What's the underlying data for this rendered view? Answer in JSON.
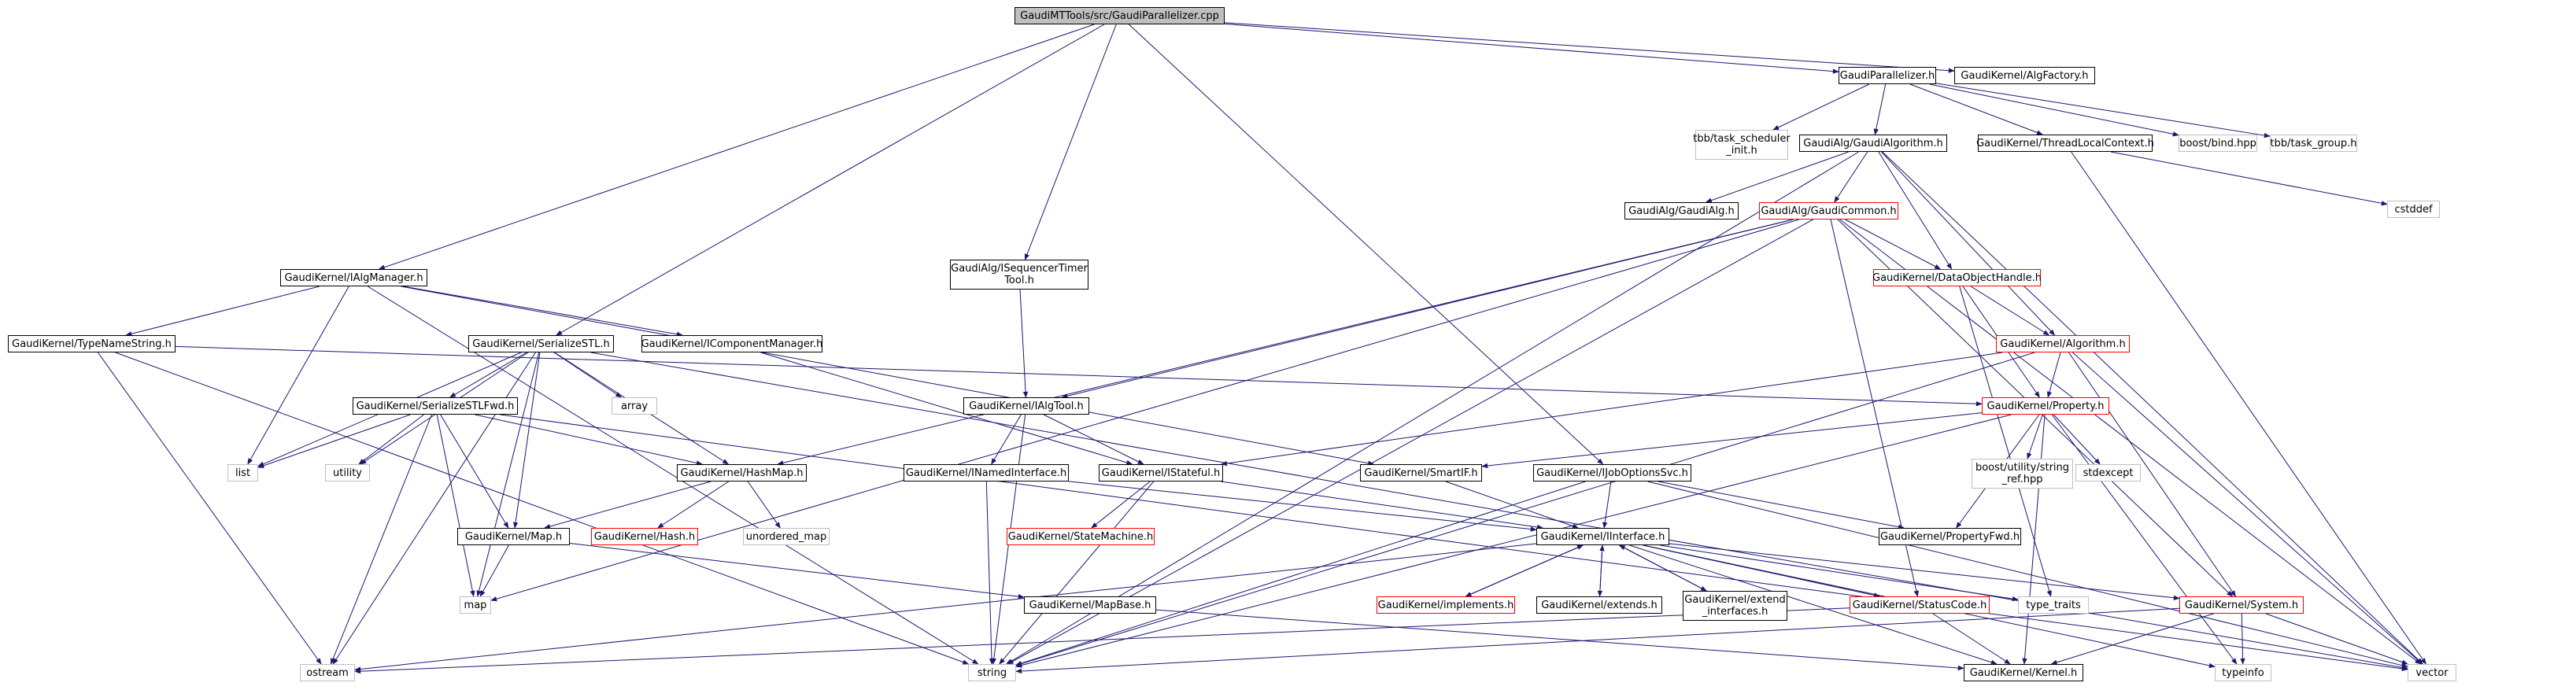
{
  "graph": {
    "root": "GaudiMTTools/src/GaudiParallelizer.cpp",
    "nodes": [
      {
        "id": "root",
        "label": "GaudiMTTools/src/GaudiParallelizer.cpp",
        "style": "root"
      },
      {
        "id": "GaudiParallelizer.h",
        "label": "GaudiParallelizer.h",
        "style": "normal"
      },
      {
        "id": "GaudiKernel/AlgFactory.h",
        "label": "GaudiKernel/AlgFactory.h",
        "style": "normal"
      },
      {
        "id": "tbb/task_scheduler_init.h",
        "label": "tbb/task_scheduler\n_init.h",
        "style": "external"
      },
      {
        "id": "GaudiAlg/GaudiAlgorithm.h",
        "label": "GaudiAlg/GaudiAlgorithm.h",
        "style": "normal"
      },
      {
        "id": "GaudiKernel/ThreadLocalContext.h",
        "label": "GaudiKernel/ThreadLocalContext.h",
        "style": "normal"
      },
      {
        "id": "boost/bind.hpp",
        "label": "boost/bind.hpp",
        "style": "external"
      },
      {
        "id": "tbb/task_group.h",
        "label": "tbb/task_group.h",
        "style": "external"
      },
      {
        "id": "cstddef",
        "label": "cstddef",
        "style": "external"
      },
      {
        "id": "GaudiAlg/GaudiAlg.h",
        "label": "GaudiAlg/GaudiAlg.h",
        "style": "normal"
      },
      {
        "id": "GaudiAlg/GaudiCommon.h",
        "label": "GaudiAlg/GaudiCommon.h",
        "style": "red"
      },
      {
        "id": "GaudiAlg/ISequencerTimerTool.h",
        "label": "GaudiAlg/ISequencerTimer\nTool.h",
        "style": "normal"
      },
      {
        "id": "GaudiKernel/IAlgManager.h",
        "label": "GaudiKernel/IAlgManager.h",
        "style": "normal"
      },
      {
        "id": "GaudiKernel/DataObjectHandle.h",
        "label": "GaudiKernel/DataObjectHandle.h",
        "style": "red"
      },
      {
        "id": "GaudiKernel/Algorithm.h",
        "label": "GaudiKernel/Algorithm.h",
        "style": "red"
      },
      {
        "id": "GaudiKernel/TypeNameString.h",
        "label": "GaudiKernel/TypeNameString.h",
        "style": "normal"
      },
      {
        "id": "GaudiKernel/SerializeSTL.h",
        "label": "GaudiKernel/SerializeSTL.h",
        "style": "normal"
      },
      {
        "id": "GaudiKernel/IComponentManager.h",
        "label": "GaudiKernel/IComponentManager.h",
        "style": "normal"
      },
      {
        "id": "array",
        "label": "array",
        "style": "external"
      },
      {
        "id": "GaudiKernel/IAlgTool.h",
        "label": "GaudiKernel/IAlgTool.h",
        "style": "normal"
      },
      {
        "id": "GaudiKernel/Property.h",
        "label": "GaudiKernel/Property.h",
        "style": "red"
      },
      {
        "id": "GaudiKernel/SerializeSTLFwd.h",
        "label": "GaudiKernel/SerializeSTLFwd.h",
        "style": "normal"
      },
      {
        "id": "list",
        "label": "list",
        "style": "external"
      },
      {
        "id": "utility",
        "label": "utility",
        "style": "external"
      },
      {
        "id": "GaudiKernel/HashMap.h",
        "label": "GaudiKernel/HashMap.h",
        "style": "normal"
      },
      {
        "id": "GaudiKernel/INamedInterface.h",
        "label": "GaudiKernel/INamedInterface.h",
        "style": "normal"
      },
      {
        "id": "GaudiKernel/IStateful.h",
        "label": "GaudiKernel/IStateful.h",
        "style": "normal"
      },
      {
        "id": "GaudiKernel/SmartIF.h",
        "label": "GaudiKernel/SmartIF.h",
        "style": "normal"
      },
      {
        "id": "GaudiKernel/IJobOptionsSvc.h",
        "label": "GaudiKernel/IJobOptionsSvc.h",
        "style": "normal"
      },
      {
        "id": "boost/utility/string_ref.hpp",
        "label": "boost/utility/string\n_ref.hpp",
        "style": "external"
      },
      {
        "id": "stdexcept",
        "label": "stdexcept",
        "style": "external"
      },
      {
        "id": "GaudiKernel/Map.h",
        "label": "GaudiKernel/Map.h",
        "style": "normal"
      },
      {
        "id": "GaudiKernel/Hash.h",
        "label": "GaudiKernel/Hash.h",
        "style": "red"
      },
      {
        "id": "unordered_map",
        "label": "unordered_map",
        "style": "external"
      },
      {
        "id": "GaudiKernel/StateMachine.h",
        "label": "GaudiKernel/StateMachine.h",
        "style": "red"
      },
      {
        "id": "GaudiKernel/IInterface.h",
        "label": "GaudiKernel/IInterface.h",
        "style": "normal"
      },
      {
        "id": "GaudiKernel/PropertyFwd.h",
        "label": "GaudiKernel/PropertyFwd.h",
        "style": "normal"
      },
      {
        "id": "map",
        "label": "map",
        "style": "external"
      },
      {
        "id": "GaudiKernel/implements.h",
        "label": "GaudiKernel/implements.h",
        "style": "red"
      },
      {
        "id": "GaudiKernel/extends.h",
        "label": "GaudiKernel/extends.h",
        "style": "normal"
      },
      {
        "id": "GaudiKernel/extend_interfaces.h",
        "label": "GaudiKernel/extend\n_interfaces.h",
        "style": "normal"
      },
      {
        "id": "GaudiKernel/StatusCode.h",
        "label": "GaudiKernel/StatusCode.h",
        "style": "red"
      },
      {
        "id": "type_traits",
        "label": "type_traits",
        "style": "external"
      },
      {
        "id": "GaudiKernel/System.h",
        "label": "GaudiKernel/System.h",
        "style": "red"
      },
      {
        "id": "GaudiKernel/MapBase.h",
        "label": "GaudiKernel/MapBase.h",
        "style": "normal"
      },
      {
        "id": "ostream",
        "label": "ostream",
        "style": "external"
      },
      {
        "id": "string",
        "label": "string",
        "style": "external"
      },
      {
        "id": "GaudiKernel/Kernel.h",
        "label": "GaudiKernel/Kernel.h",
        "style": "normal"
      },
      {
        "id": "typeinfo",
        "label": "typeinfo",
        "style": "external"
      },
      {
        "id": "vector",
        "label": "vector",
        "style": "external"
      }
    ],
    "edges": [
      [
        "root",
        "GaudiParallelizer.h"
      ],
      [
        "root",
        "GaudiKernel/AlgFactory.h"
      ],
      [
        "root",
        "GaudiKernel/IAlgManager.h"
      ],
      [
        "root",
        "GaudiKernel/SerializeSTL.h"
      ],
      [
        "root",
        "GaudiAlg/ISequencerTimerTool.h"
      ],
      [
        "root",
        "GaudiKernel/IJobOptionsSvc.h"
      ],
      [
        "GaudiParallelizer.h",
        "tbb/task_scheduler_init.h"
      ],
      [
        "GaudiParallelizer.h",
        "GaudiAlg/GaudiAlgorithm.h"
      ],
      [
        "GaudiParallelizer.h",
        "GaudiKernel/ThreadLocalContext.h"
      ],
      [
        "GaudiParallelizer.h",
        "boost/bind.hpp"
      ],
      [
        "GaudiParallelizer.h",
        "tbb/task_group.h"
      ],
      [
        "GaudiKernel/ThreadLocalContext.h",
        "cstddef"
      ],
      [
        "GaudiKernel/ThreadLocalContext.h",
        "vector"
      ],
      [
        "GaudiAlg/GaudiAlgorithm.h",
        "GaudiAlg/GaudiAlg.h"
      ],
      [
        "GaudiAlg/GaudiAlgorithm.h",
        "GaudiAlg/GaudiCommon.h"
      ],
      [
        "GaudiAlg/GaudiAlgorithm.h",
        "GaudiKernel/DataObjectHandle.h"
      ],
      [
        "GaudiAlg/GaudiAlgorithm.h",
        "GaudiKernel/Algorithm.h"
      ],
      [
        "GaudiAlg/GaudiAlgorithm.h",
        "string"
      ],
      [
        "GaudiAlg/GaudiAlgorithm.h",
        "vector"
      ],
      [
        "GaudiAlg/GaudiCommon.h",
        "GaudiKernel/DataObjectHandle.h"
      ],
      [
        "GaudiAlg/GaudiCommon.h",
        "GaudiKernel/IAlgTool.h"
      ],
      [
        "GaudiAlg/GaudiCommon.h",
        "GaudiKernel/HashMap.h"
      ],
      [
        "GaudiAlg/GaudiCommon.h",
        "GaudiKernel/StatusCode.h"
      ],
      [
        "GaudiAlg/GaudiCommon.h",
        "GaudiKernel/System.h"
      ],
      [
        "GaudiAlg/GaudiCommon.h",
        "string"
      ],
      [
        "GaudiAlg/GaudiCommon.h",
        "map"
      ],
      [
        "GaudiAlg/GaudiCommon.h",
        "vector"
      ],
      [
        "GaudiAlg/ISequencerTimerTool.h",
        "GaudiKernel/IAlgTool.h"
      ],
      [
        "GaudiKernel/DataObjectHandle.h",
        "GaudiKernel/Algorithm.h"
      ],
      [
        "GaudiKernel/DataObjectHandle.h",
        "GaudiKernel/Property.h"
      ],
      [
        "GaudiKernel/DataObjectHandle.h",
        "type_traits"
      ],
      [
        "GaudiKernel/Algorithm.h",
        "GaudiKernel/Property.h"
      ],
      [
        "GaudiKernel/Algorithm.h",
        "GaudiKernel/System.h"
      ],
      [
        "GaudiKernel/Algorithm.h",
        "GaudiKernel/IStateful.h"
      ],
      [
        "GaudiKernel/Algorithm.h",
        "string"
      ],
      [
        "GaudiKernel/Algorithm.h",
        "vector"
      ],
      [
        "GaudiKernel/IAlgManager.h",
        "GaudiKernel/TypeNameString.h"
      ],
      [
        "GaudiKernel/IAlgManager.h",
        "GaudiKernel/IComponentManager.h"
      ],
      [
        "GaudiKernel/IAlgManager.h",
        "GaudiKernel/SmartIF.h"
      ],
      [
        "GaudiKernel/IAlgManager.h",
        "list"
      ],
      [
        "GaudiKernel/IAlgManager.h",
        "string"
      ],
      [
        "GaudiKernel/TypeNameString.h",
        "GaudiKernel/Property.h"
      ],
      [
        "GaudiKernel/TypeNameString.h",
        "ostream"
      ],
      [
        "GaudiKernel/TypeNameString.h",
        "string"
      ],
      [
        "GaudiKernel/IComponentManager.h",
        "GaudiKernel/IStateful.h"
      ],
      [
        "GaudiKernel/SerializeSTL.h",
        "GaudiKernel/SerializeSTLFwd.h"
      ],
      [
        "GaudiKernel/SerializeSTL.h",
        "GaudiKernel/HashMap.h"
      ],
      [
        "GaudiKernel/SerializeSTL.h",
        "GaudiKernel/Map.h"
      ],
      [
        "GaudiKernel/SerializeSTL.h",
        "array"
      ],
      [
        "GaudiKernel/SerializeSTL.h",
        "list"
      ],
      [
        "GaudiKernel/SerializeSTL.h",
        "utility"
      ],
      [
        "GaudiKernel/SerializeSTL.h",
        "map"
      ],
      [
        "GaudiKernel/SerializeSTL.h",
        "ostream"
      ],
      [
        "GaudiKernel/SerializeSTL.h",
        "vector"
      ],
      [
        "GaudiKernel/SerializeSTLFwd.h",
        "list"
      ],
      [
        "GaudiKernel/SerializeSTLFwd.h",
        "utility"
      ],
      [
        "GaudiKernel/SerializeSTLFwd.h",
        "GaudiKernel/HashMap.h"
      ],
      [
        "GaudiKernel/SerializeSTLFwd.h",
        "GaudiKernel/Map.h"
      ],
      [
        "GaudiKernel/SerializeSTLFwd.h",
        "map"
      ],
      [
        "GaudiKernel/SerializeSTLFwd.h",
        "ostream"
      ],
      [
        "GaudiKernel/SerializeSTLFwd.h",
        "vector"
      ],
      [
        "GaudiKernel/IAlgTool.h",
        "GaudiKernel/INamedInterface.h"
      ],
      [
        "GaudiKernel/IAlgTool.h",
        "GaudiKernel/IStateful.h"
      ],
      [
        "GaudiKernel/IAlgTool.h",
        "string"
      ],
      [
        "GaudiKernel/Property.h",
        "GaudiKernel/SmartIF.h"
      ],
      [
        "GaudiKernel/Property.h",
        "boost/utility/string_ref.hpp"
      ],
      [
        "GaudiKernel/Property.h",
        "stdexcept"
      ],
      [
        "GaudiKernel/Property.h",
        "GaudiKernel/PropertyFwd.h"
      ],
      [
        "GaudiKernel/Property.h",
        "GaudiKernel/Kernel.h"
      ],
      [
        "GaudiKernel/Property.h",
        "string"
      ],
      [
        "GaudiKernel/Property.h",
        "typeinfo"
      ],
      [
        "GaudiKernel/HashMap.h",
        "GaudiKernel/Map.h"
      ],
      [
        "GaudiKernel/HashMap.h",
        "GaudiKernel/Hash.h"
      ],
      [
        "GaudiKernel/HashMap.h",
        "unordered_map"
      ],
      [
        "GaudiKernel/INamedInterface.h",
        "GaudiKernel/IInterface.h"
      ],
      [
        "GaudiKernel/INamedInterface.h",
        "string"
      ],
      [
        "GaudiKernel/IStateful.h",
        "GaudiKernel/IInterface.h"
      ],
      [
        "GaudiKernel/IStateful.h",
        "GaudiKernel/StateMachine.h"
      ],
      [
        "GaudiKernel/IStateful.h",
        "string"
      ],
      [
        "GaudiKernel/SmartIF.h",
        "GaudiKernel/IInterface.h"
      ],
      [
        "GaudiKernel/IJobOptionsSvc.h",
        "GaudiKernel/IInterface.h"
      ],
      [
        "GaudiKernel/IJobOptionsSvc.h",
        "GaudiKernel/PropertyFwd.h"
      ],
      [
        "GaudiKernel/IJobOptionsSvc.h",
        "string"
      ],
      [
        "GaudiKernel/IJobOptionsSvc.h",
        "vector"
      ],
      [
        "GaudiKernel/Map.h",
        "map"
      ],
      [
        "GaudiKernel/Map.h",
        "GaudiKernel/MapBase.h"
      ],
      [
        "GaudiKernel/MapBase.h",
        "GaudiKernel/Kernel.h"
      ],
      [
        "GaudiKernel/IInterface.h",
        "GaudiKernel/implements.h"
      ],
      [
        "GaudiKernel/IInterface.h",
        "GaudiKernel/extends.h"
      ],
      [
        "GaudiKernel/IInterface.h",
        "GaudiKernel/extend_interfaces.h"
      ],
      [
        "GaudiKernel/IInterface.h",
        "GaudiKernel/StatusCode.h"
      ],
      [
        "GaudiKernel/IInterface.h",
        "GaudiKernel/System.h"
      ],
      [
        "GaudiKernel/IInterface.h",
        "type_traits"
      ],
      [
        "GaudiKernel/IInterface.h",
        "GaudiKernel/Kernel.h"
      ],
      [
        "GaudiKernel/IInterface.h",
        "ostream"
      ],
      [
        "GaudiKernel/IInterface.h",
        "typeinfo"
      ],
      [
        "GaudiKernel/implements.h",
        "GaudiKernel/IInterface.h"
      ],
      [
        "GaudiKernel/extends.h",
        "GaudiKernel/IInterface.h"
      ],
      [
        "GaudiKernel/extend_interfaces.h",
        "GaudiKernel/IInterface.h"
      ],
      [
        "GaudiKernel/StatusCode.h",
        "GaudiKernel/Kernel.h"
      ],
      [
        "GaudiKernel/StatusCode.h",
        "ostream"
      ],
      [
        "GaudiKernel/System.h",
        "GaudiKernel/Kernel.h"
      ],
      [
        "GaudiKernel/System.h",
        "typeinfo"
      ],
      [
        "GaudiKernel/System.h",
        "string"
      ],
      [
        "GaudiKernel/System.h",
        "vector"
      ]
    ]
  },
  "colors": {
    "edge": "#191970",
    "root_fill": "#bfbfbf",
    "default_border": "#000000",
    "red_border": "#ff0000",
    "external_border": "#bfbfbf"
  }
}
